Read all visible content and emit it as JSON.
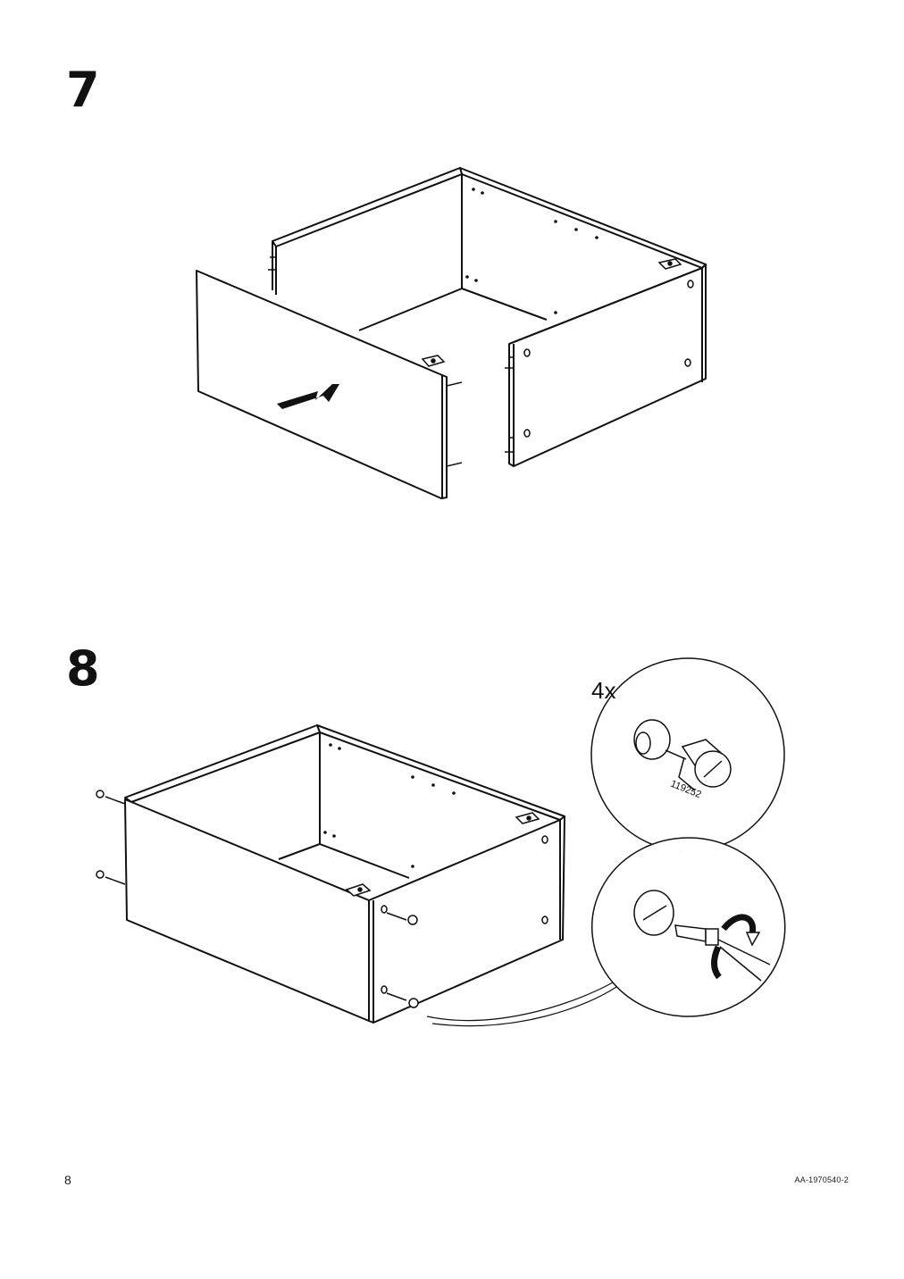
{
  "steps": [
    {
      "number": "7"
    },
    {
      "number": "8",
      "callout": {
        "quantity": "4x",
        "part_number": "119252"
      }
    }
  ],
  "footer": {
    "page_number": "8",
    "doc_code": "AA-1970540-2"
  },
  "icons": [
    "arrow-right-icon",
    "cam-lock-icon",
    "screwdriver-icon",
    "rotate-clockwise-icon"
  ]
}
